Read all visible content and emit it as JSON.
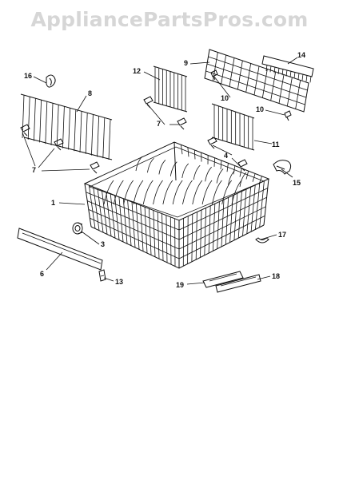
{
  "watermark": "AppliancePartsPros.com",
  "colors": {
    "ink": "#111111",
    "watermark": "#d6d6d6",
    "background": "#ffffff"
  },
  "callouts": {
    "c1": "1",
    "c3": "3",
    "c4": "4",
    "c6": "6",
    "c7a": "7",
    "c7b": "7",
    "c8": "8",
    "c9": "9",
    "c10a": "10",
    "c10b": "10",
    "c11": "11",
    "c12": "12",
    "c13": "13",
    "c14": "14",
    "c15": "15",
    "c16": "16",
    "c17": "17",
    "c18": "18",
    "c19": "19"
  }
}
